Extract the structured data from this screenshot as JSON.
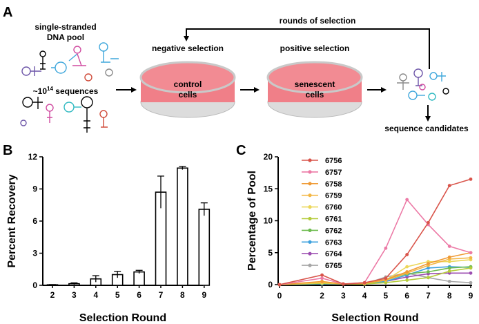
{
  "panel_a": {
    "letter": "A",
    "pool_title_1": "single-stranded",
    "pool_title_2": "DNA pool",
    "seq_base": "~10",
    "seq_exp": "14",
    "seq_rest": " sequences",
    "loop_label": "rounds of selection",
    "neg_title": "negative selection",
    "neg_dish_1": "control",
    "neg_dish_2": "cells",
    "pos_title": "positive selection",
    "pos_dish_1": "senescent",
    "pos_dish_2": "cells",
    "candidates": "sequence candidates",
    "colors": {
      "dish": "#f07f88",
      "dish_rim": "#e9e9ea",
      "black": "#000000",
      "blue": "#3fa7dc",
      "magenta": "#d04ba0",
      "purple": "#6c55a8",
      "red": "#d04b3a",
      "teal": "#2fb9c1",
      "gray": "#8a8a8a"
    }
  },
  "panel_b": {
    "letter": "B"
  },
  "panel_c": {
    "letter": "C"
  },
  "chart_data": [
    {
      "type": "bar",
      "categories": [
        "2",
        "3",
        "4",
        "5",
        "6",
        "7",
        "8",
        "9"
      ],
      "values": [
        0.05,
        0.15,
        0.6,
        1.0,
        1.25,
        8.7,
        10.95,
        7.1
      ],
      "errors": [
        0.02,
        0.08,
        0.3,
        0.3,
        0.15,
        1.5,
        0.15,
        0.6
      ],
      "xlabel": "Selection Round",
      "ylabel": "Percent Recovery",
      "ylim": [
        0,
        12
      ],
      "yticks": [
        0,
        3,
        6,
        9,
        12
      ],
      "grid": false
    },
    {
      "type": "line",
      "x": [
        0,
        2,
        3,
        4,
        5,
        6,
        7,
        8,
        9
      ],
      "xticks": [
        0,
        2,
        3,
        4,
        5,
        6,
        7,
        8,
        9
      ],
      "xlabel": "Selection Round",
      "ylabel": "Percentage of Pool",
      "ylim": [
        0,
        20
      ],
      "yticks": [
        0,
        5,
        10,
        15,
        20
      ],
      "grid": false,
      "legend": "top-left",
      "series": [
        {
          "name": "6756",
          "color": "#d9544a",
          "values": [
            0,
            1.5,
            0.1,
            0.3,
            1.0,
            4.7,
            9.7,
            15.5,
            16.5
          ]
        },
        {
          "name": "6757",
          "color": "#ec7aa6",
          "values": [
            0,
            1.0,
            0.1,
            0.3,
            5.7,
            13.3,
            9.4,
            6.0,
            5.0
          ]
        },
        {
          "name": "6758",
          "color": "#ef9a35",
          "values": [
            0,
            0.5,
            0.1,
            0.2,
            0.8,
            2.0,
            3.3,
            4.3,
            5.0
          ]
        },
        {
          "name": "6759",
          "color": "#f3b745",
          "values": [
            0,
            0.4,
            0.1,
            0.2,
            0.7,
            1.8,
            3.0,
            4.0,
            4.2
          ]
        },
        {
          "name": "6760",
          "color": "#ecd75a",
          "values": [
            0,
            0.3,
            0.1,
            0.2,
            0.7,
            2.8,
            3.6,
            3.6,
            3.9
          ]
        },
        {
          "name": "6761",
          "color": "#b5cc3c",
          "values": [
            0,
            0.2,
            0.1,
            0.1,
            0.3,
            0.7,
            1.1,
            2.1,
            2.6
          ]
        },
        {
          "name": "6762",
          "color": "#6dbb4f",
          "values": [
            0,
            0.2,
            0.1,
            0.1,
            0.7,
            1.7,
            2.0,
            2.6,
            2.8
          ]
        },
        {
          "name": "6763",
          "color": "#3da1de",
          "values": [
            0,
            0.1,
            0.1,
            0.1,
            0.5,
            1.5,
            2.6,
            2.8,
            2.7
          ]
        },
        {
          "name": "6764",
          "color": "#9c4db0",
          "values": [
            0,
            0.1,
            0.1,
            0.1,
            0.5,
            1.2,
            1.7,
            1.8,
            1.8
          ]
        },
        {
          "name": "6765",
          "color": "#a6a6a6",
          "values": [
            0,
            0.1,
            0.1,
            0.1,
            1.2,
            1.8,
            1.1,
            0.5,
            0.3
          ]
        }
      ]
    }
  ]
}
